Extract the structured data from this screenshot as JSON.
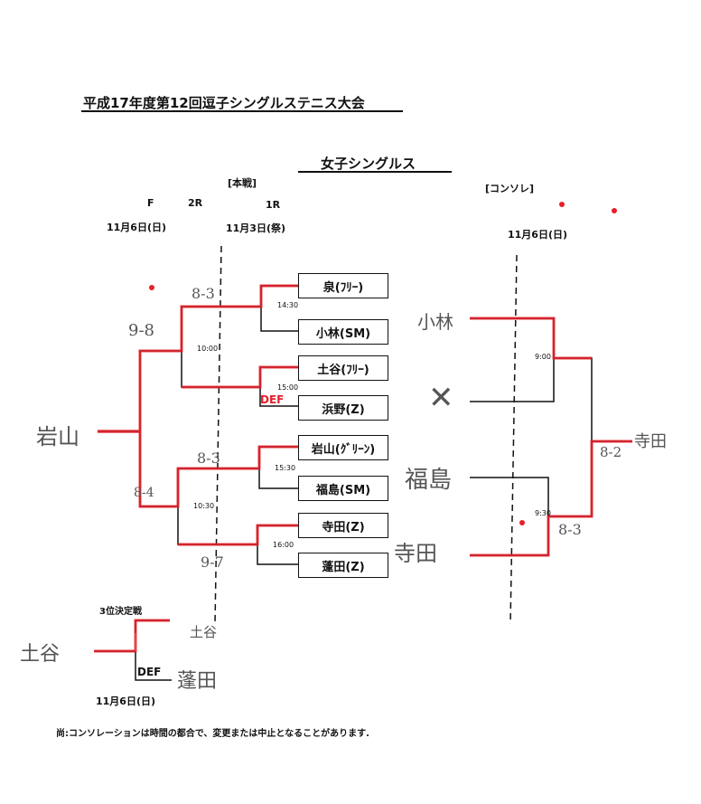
{
  "title": "平成17年度第12回逗子シングルステニス大会",
  "event": "女子シングルス",
  "main_draw": {
    "label": "[本戦]",
    "rounds": [
      "F",
      "2R",
      "1R"
    ],
    "date_final": "11月6日(日)",
    "date_1r": "11月3日(祭)"
  },
  "consolation": {
    "label": "[コンソレ]",
    "date": "11月6日(日)",
    "times": [
      "9:00",
      "9:30"
    ]
  },
  "players": [
    "泉(ﾌﾘｰ)",
    "小林(SM)",
    "土谷(ﾌﾘｰ)",
    "浜野(Z)",
    "岩山(ｸﾞﾘｰﾝ)",
    "福島(SM)",
    "寺田(Z)",
    "蓬田(Z)"
  ],
  "match_times": [
    "14:30",
    "10:00",
    "15:00",
    "15:30",
    "10:30",
    "16:00"
  ],
  "third_place": {
    "label": "3位決定戦",
    "date": "11月6日(日)",
    "def": "DEF"
  },
  "handwritten": {
    "scores": [
      "8-3",
      "9-8",
      "8-3",
      "8-4",
      "9-7",
      "8-3",
      "8-2"
    ],
    "def": "DEF",
    "champion": "岩山",
    "cons_names": [
      "小林",
      "福島",
      "寺田",
      "寺田"
    ],
    "cons_x": "✕",
    "third_winner": "土谷",
    "third_top": "土谷",
    "third_bottom": "蓬田"
  },
  "note": "尚:コンソレーションは時間の都合で、変更または中止となることがあります.",
  "colors": {
    "ink": "#111111",
    "red": "#e8202a",
    "pencil": "#555555"
  }
}
